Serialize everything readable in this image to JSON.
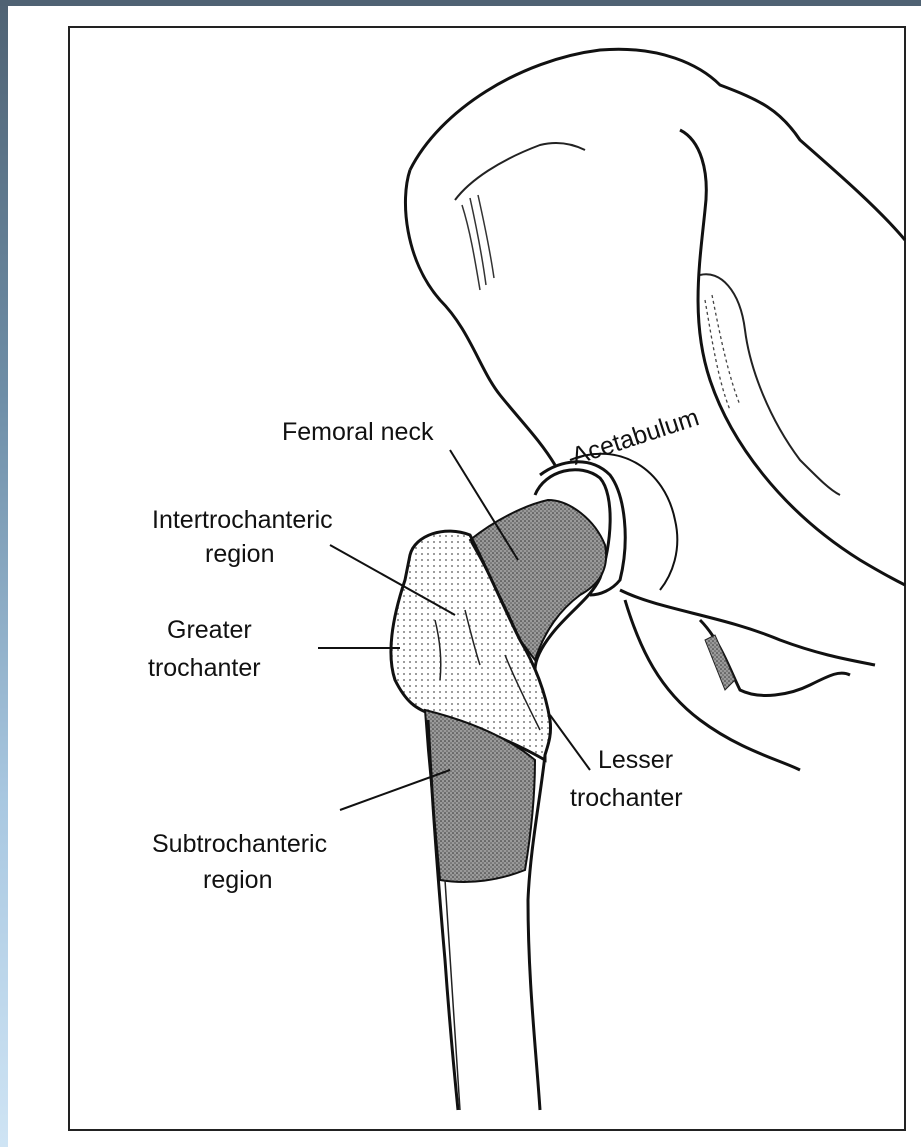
{
  "labels": {
    "femoral_neck": "Femoral neck",
    "acetabulum": "Acetabulum",
    "intertrochanteric_line1": "Intertrochanteric",
    "intertrochanteric_line2": "region",
    "greater_line1": "Greater",
    "greater_line2": "trochanter",
    "lesser_line1": "Lesser",
    "lesser_line2": "trochanter",
    "subtrochanteric_line1": "Subtrochanteric",
    "subtrochanteric_line2": "region"
  }
}
